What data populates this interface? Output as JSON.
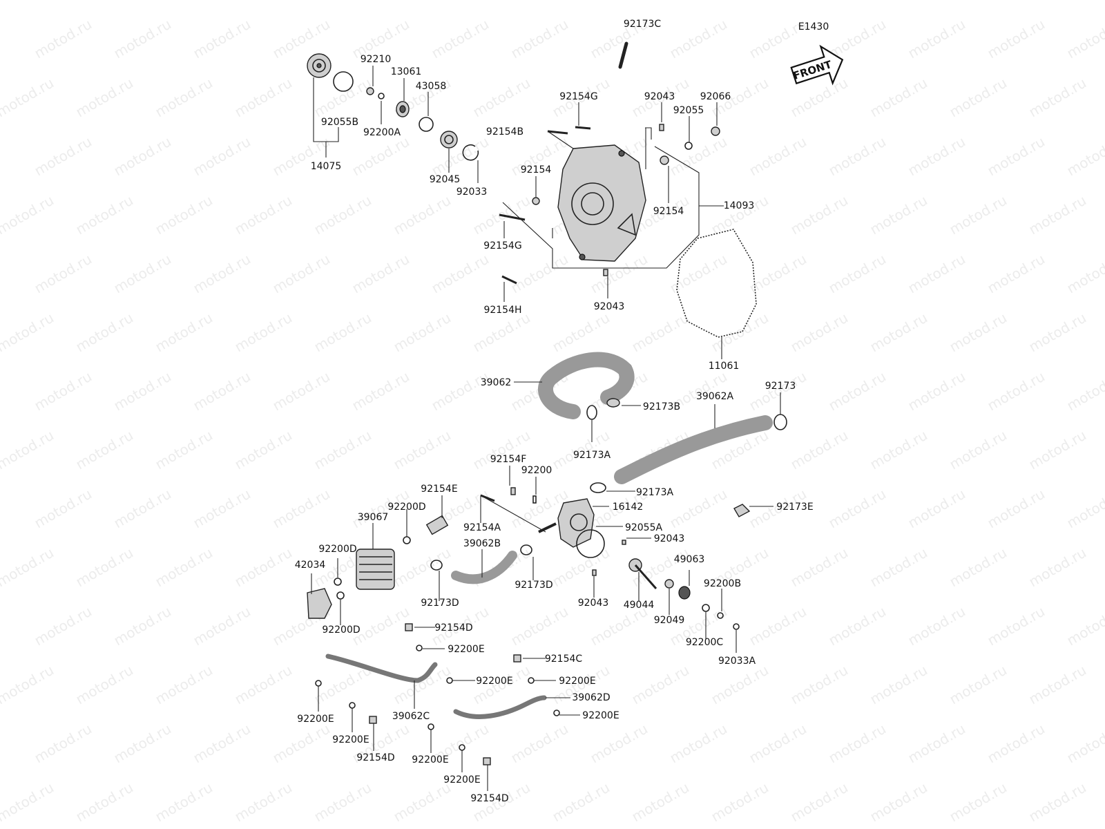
{
  "diagram_code": "E1430",
  "front_badge": "FRONT",
  "watermark": "motod.ru",
  "labels": [
    {
      "id": "l01",
      "text": "92173C"
    },
    {
      "id": "l02",
      "text": "92210"
    },
    {
      "id": "l03",
      "text": "13061"
    },
    {
      "id": "l04",
      "text": "43058"
    },
    {
      "id": "l05",
      "text": "92055B"
    },
    {
      "id": "l06",
      "text": "92200A"
    },
    {
      "id": "l07",
      "text": "14075"
    },
    {
      "id": "l08",
      "text": "92045"
    },
    {
      "id": "l09",
      "text": "92033"
    },
    {
      "id": "l10",
      "text": "92154G"
    },
    {
      "id": "l11",
      "text": "92043"
    },
    {
      "id": "l12",
      "text": "92066"
    },
    {
      "id": "l13",
      "text": "92055"
    },
    {
      "id": "l14",
      "text": "92154B"
    },
    {
      "id": "l15",
      "text": "92154"
    },
    {
      "id": "l16",
      "text": "92154"
    },
    {
      "id": "l17",
      "text": "14093"
    },
    {
      "id": "l18",
      "text": "92154G"
    },
    {
      "id": "l19",
      "text": "92154H"
    },
    {
      "id": "l20",
      "text": "92043"
    },
    {
      "id": "l21",
      "text": "11061"
    },
    {
      "id": "l22",
      "text": "39062"
    },
    {
      "id": "l23",
      "text": "92173B"
    },
    {
      "id": "l24",
      "text": "39062A"
    },
    {
      "id": "l25",
      "text": "92173"
    },
    {
      "id": "l26",
      "text": "92173A"
    },
    {
      "id": "l27",
      "text": "92154F"
    },
    {
      "id": "l28",
      "text": "92200"
    },
    {
      "id": "l29",
      "text": "92173A"
    },
    {
      "id": "l30",
      "text": "92154E"
    },
    {
      "id": "l31",
      "text": "92200D"
    },
    {
      "id": "l32",
      "text": "16142"
    },
    {
      "id": "l33",
      "text": "92173E"
    },
    {
      "id": "l34",
      "text": "39067"
    },
    {
      "id": "l35",
      "text": "92154A"
    },
    {
      "id": "l36",
      "text": "92055A"
    },
    {
      "id": "l37",
      "text": "92043"
    },
    {
      "id": "l38",
      "text": "39062B"
    },
    {
      "id": "l39",
      "text": "92200D"
    },
    {
      "id": "l40",
      "text": "42034"
    },
    {
      "id": "l41",
      "text": "49063"
    },
    {
      "id": "l42",
      "text": "92173D"
    },
    {
      "id": "l43",
      "text": "92200B"
    },
    {
      "id": "l44",
      "text": "92173D"
    },
    {
      "id": "l45",
      "text": "92043"
    },
    {
      "id": "l46",
      "text": "49044"
    },
    {
      "id": "l47",
      "text": "92200D"
    },
    {
      "id": "l48",
      "text": "92049"
    },
    {
      "id": "l49",
      "text": "92200C"
    },
    {
      "id": "l50",
      "text": "92154D"
    },
    {
      "id": "l51",
      "text": "92033A"
    },
    {
      "id": "l52",
      "text": "92200E"
    },
    {
      "id": "l53",
      "text": "92154C"
    },
    {
      "id": "l54",
      "text": "92200E"
    },
    {
      "id": "l55",
      "text": "92200E"
    },
    {
      "id": "l56",
      "text": "39062D"
    },
    {
      "id": "l57",
      "text": "92200E"
    },
    {
      "id": "l58",
      "text": "39062C"
    },
    {
      "id": "l59",
      "text": "92200E"
    },
    {
      "id": "l60",
      "text": "92200E"
    },
    {
      "id": "l61",
      "text": "92154D"
    },
    {
      "id": "l62",
      "text": "92200E"
    },
    {
      "id": "l63",
      "text": "92200E"
    },
    {
      "id": "l64",
      "text": "92154D"
    }
  ]
}
